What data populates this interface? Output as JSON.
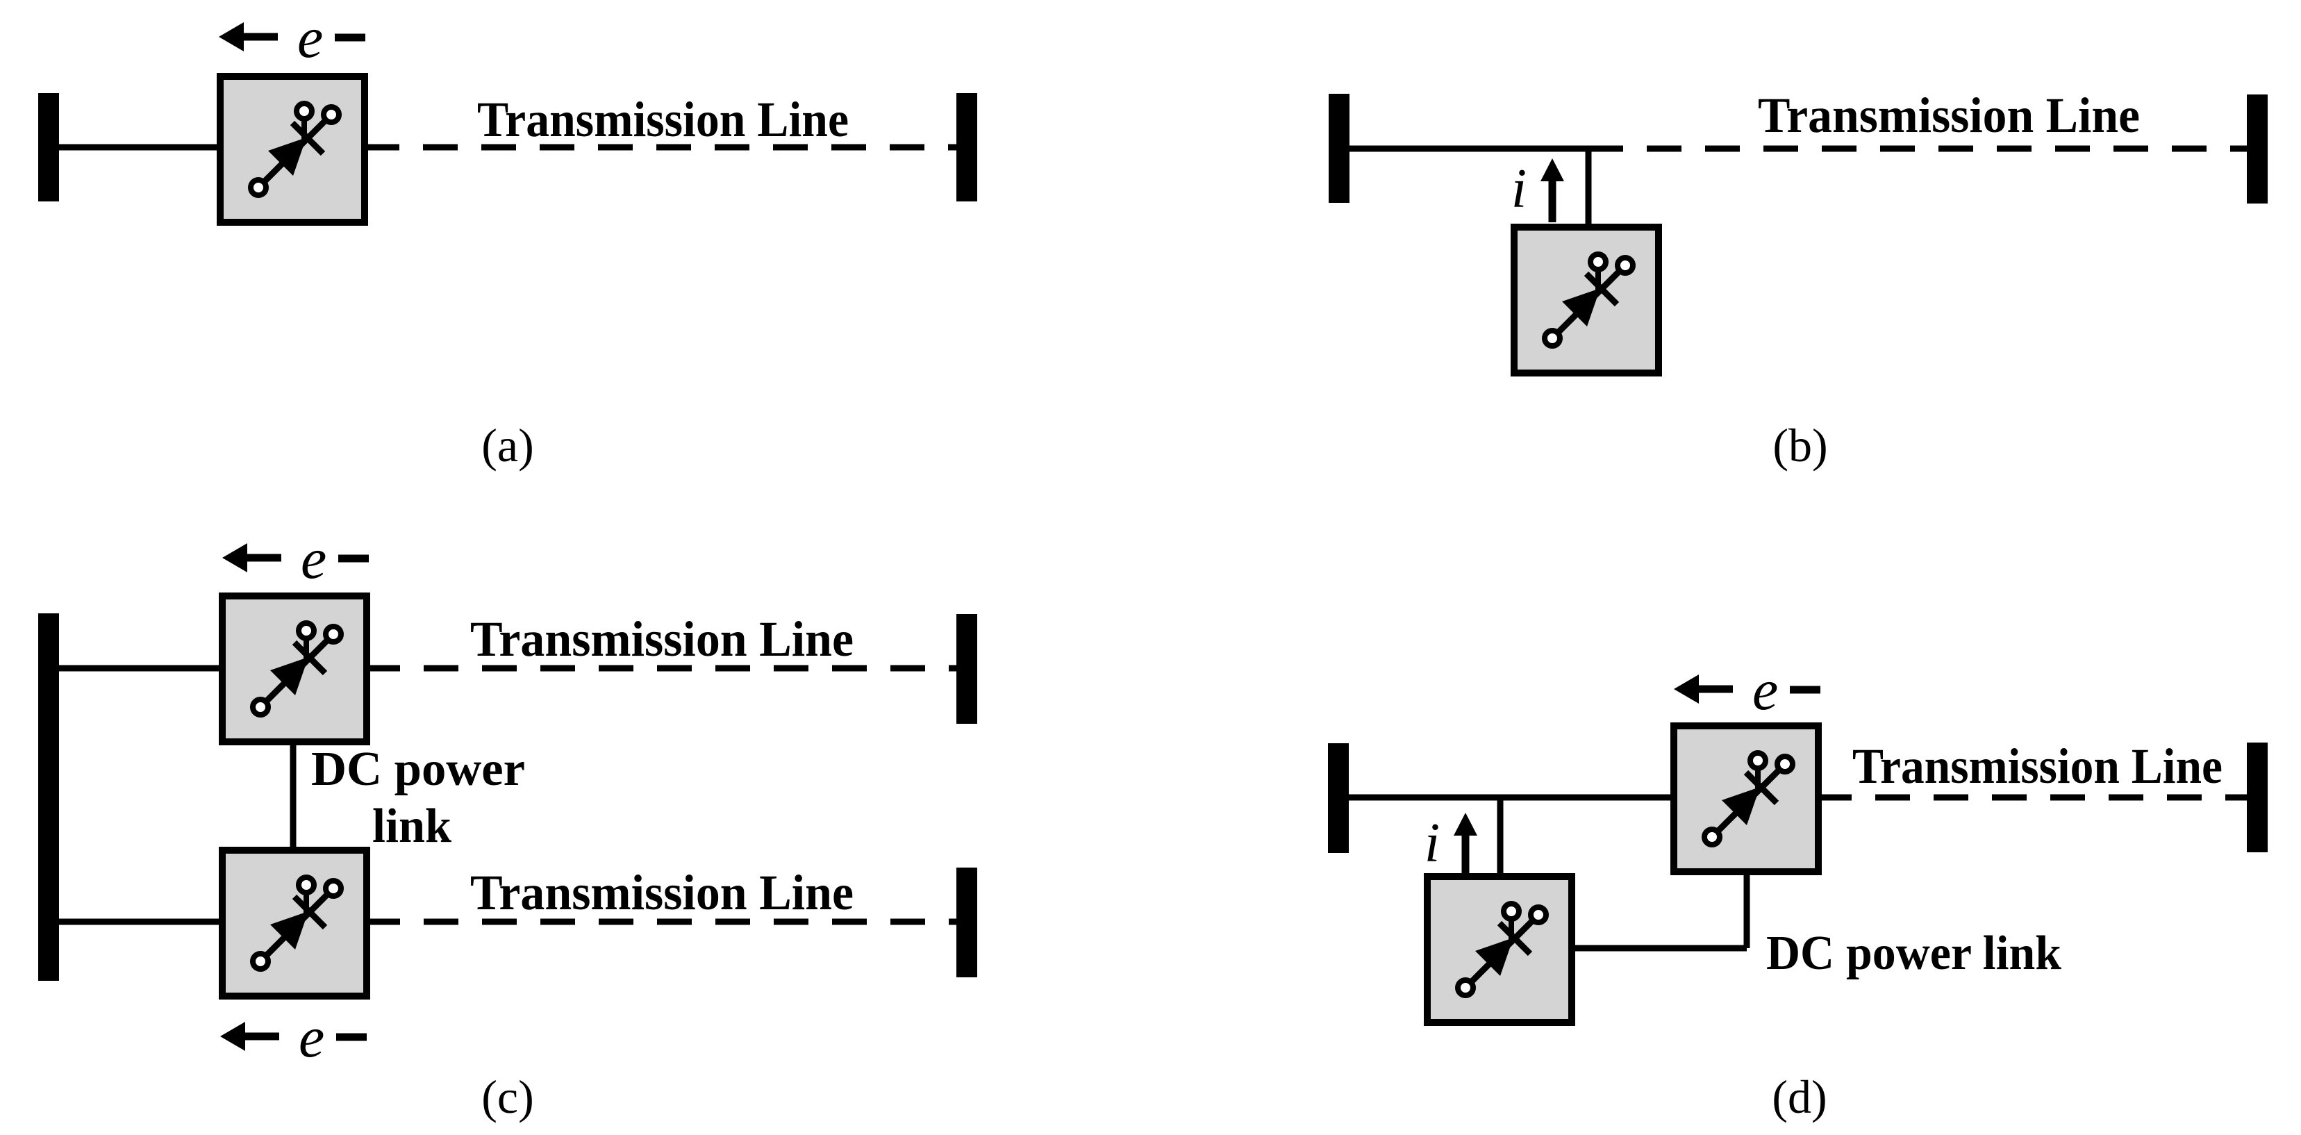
{
  "figure": {
    "background": "#ffffff",
    "ink": "#000000",
    "box_fill": "#d4d4d4",
    "labels": {
      "transmission_line": "Transmission Line",
      "dc_power": "DC power",
      "dc_link": "link",
      "dc_power_link": "DC power link",
      "voltage_symbol": "e",
      "current_symbol": "i"
    },
    "captions": {
      "a": "(a)",
      "b": "(b)",
      "c": "(c)",
      "d": "(d)"
    },
    "icons": {
      "thyristor": "thyristor-valve-icon",
      "left_arrow": "left-arrow-icon",
      "up_arrow": "up-arrow-icon",
      "minus": "minus-sign"
    }
  }
}
